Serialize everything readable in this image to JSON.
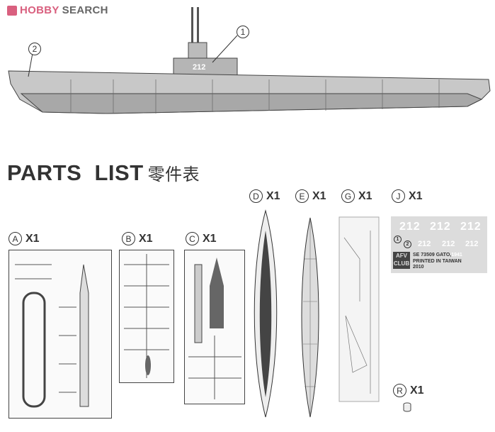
{
  "logo": {
    "brand_mark": "HOBBY",
    "brand_name": "SEARCH"
  },
  "callouts": {
    "c1": "1",
    "c2": "2"
  },
  "hull_number": "212",
  "title": {
    "main": "PARTS  LIST",
    "chinese": "零件表"
  },
  "parts": [
    {
      "letter": "A",
      "qty": "X1"
    },
    {
      "letter": "B",
      "qty": "X1"
    },
    {
      "letter": "C",
      "qty": "X1"
    },
    {
      "letter": "D",
      "qty": "X1"
    },
    {
      "letter": "E",
      "qty": "X1"
    },
    {
      "letter": "G",
      "qty": "X1"
    },
    {
      "letter": "J",
      "qty": "X1"
    },
    {
      "letter": "R",
      "qty": "X1"
    }
  ],
  "decal": {
    "numbers": "212",
    "logo_top": "AFV",
    "logo_bottom": "CLUB",
    "line1": "SE 73509 GATO,",
    "year_tag": "1941",
    "line2": "PRINTED IN TAIWAN",
    "line3": "2010",
    "mark1": "1",
    "mark2": "2"
  },
  "colors": {
    "logo_pink": "#d9607f",
    "hull_gray": "#a8a8a8",
    "deck_gray": "#c8c8c8"
  }
}
